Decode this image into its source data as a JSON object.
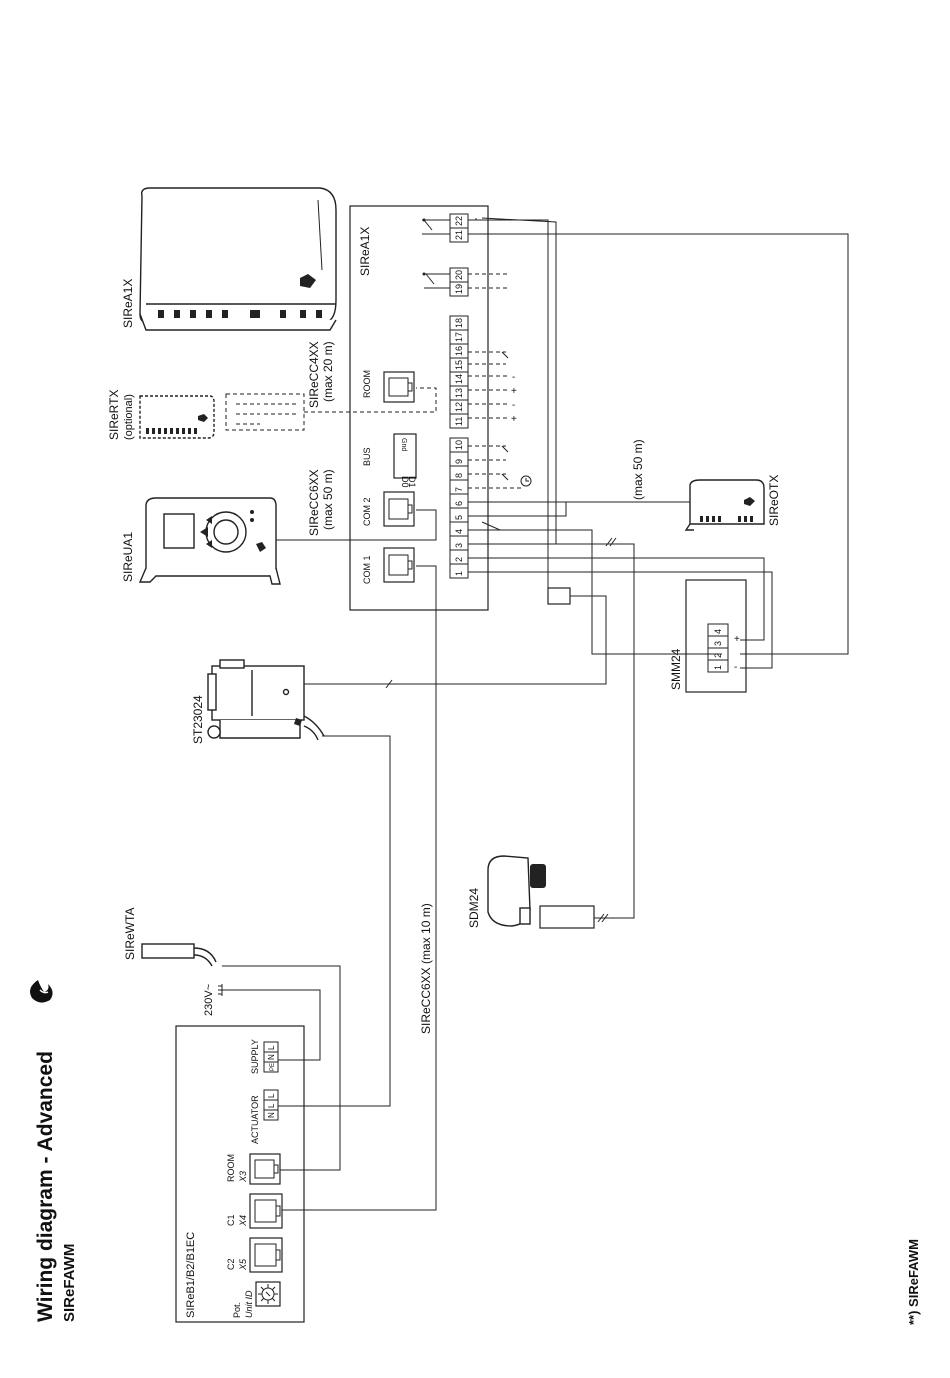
{
  "title": "Wiring diagram - Advanced",
  "subtitle": "SIReFAWM",
  "footnote": "**) SIReFAWM",
  "devices": {
    "sirea1x_image_label": "SIReA1X",
    "sirea1x_box_label": "SIReA1X",
    "sirertx_label": "SIReRTX",
    "sirertx_note": "(optional)",
    "sireua1_label": "SIReUA1",
    "st23024_label": "ST23024",
    "sirewta_label": "SIReWTA",
    "sireotx_label": "SIReOTX",
    "smm24_label": "SMM24",
    "sdm24_label": "SDM24",
    "sireb_label": "SIReB1/B2/B1EC"
  },
  "cables": {
    "c4xx_label": "SIReCC4XX",
    "c4xx_note": "(max 20 m)",
    "c6xx_label": "SIReCC6XX",
    "c6xx_note": "(max 50 m)",
    "otx_note": "(max 50 m)",
    "c6xx_long": "SIReCC6XX (max 10 m)"
  },
  "sirea1x_box": {
    "com1": "COM 1",
    "com2": "COM 2",
    "bus": "BUS",
    "room": "ROOM",
    "bus_pins": [
      "D0",
      "D1",
      "Gnd"
    ],
    "terminals_a": [
      "1",
      "2",
      "3",
      "4",
      "5",
      "6",
      "7",
      "8",
      "9",
      "10"
    ],
    "terminals_b": [
      "11",
      "12",
      "13",
      "14",
      "15",
      "16",
      "17",
      "18"
    ],
    "terminals_c": [
      "19",
      "20"
    ],
    "terminals_d": [
      "21",
      "22"
    ]
  },
  "smm24_box": {
    "terminals": [
      "1",
      "2",
      "3",
      "4"
    ],
    "plus": "+",
    "minus": "-"
  },
  "sireb_box": {
    "supply": "SUPPLY",
    "supply_pins": [
      "PE",
      "N",
      "L"
    ],
    "actuator": "ACTUATOR",
    "actuator_pins": [
      "N",
      "L",
      "L"
    ],
    "room": "ROOM",
    "room_x": "X3",
    "c1": "C1",
    "c1_x": "X4",
    "c2": "C2",
    "c2_x": "X5",
    "pot": "Pot.",
    "unit_id": "Unit ID"
  },
  "supply_230": "230V~",
  "signs": {
    "plus": "+",
    "minus": "-"
  }
}
